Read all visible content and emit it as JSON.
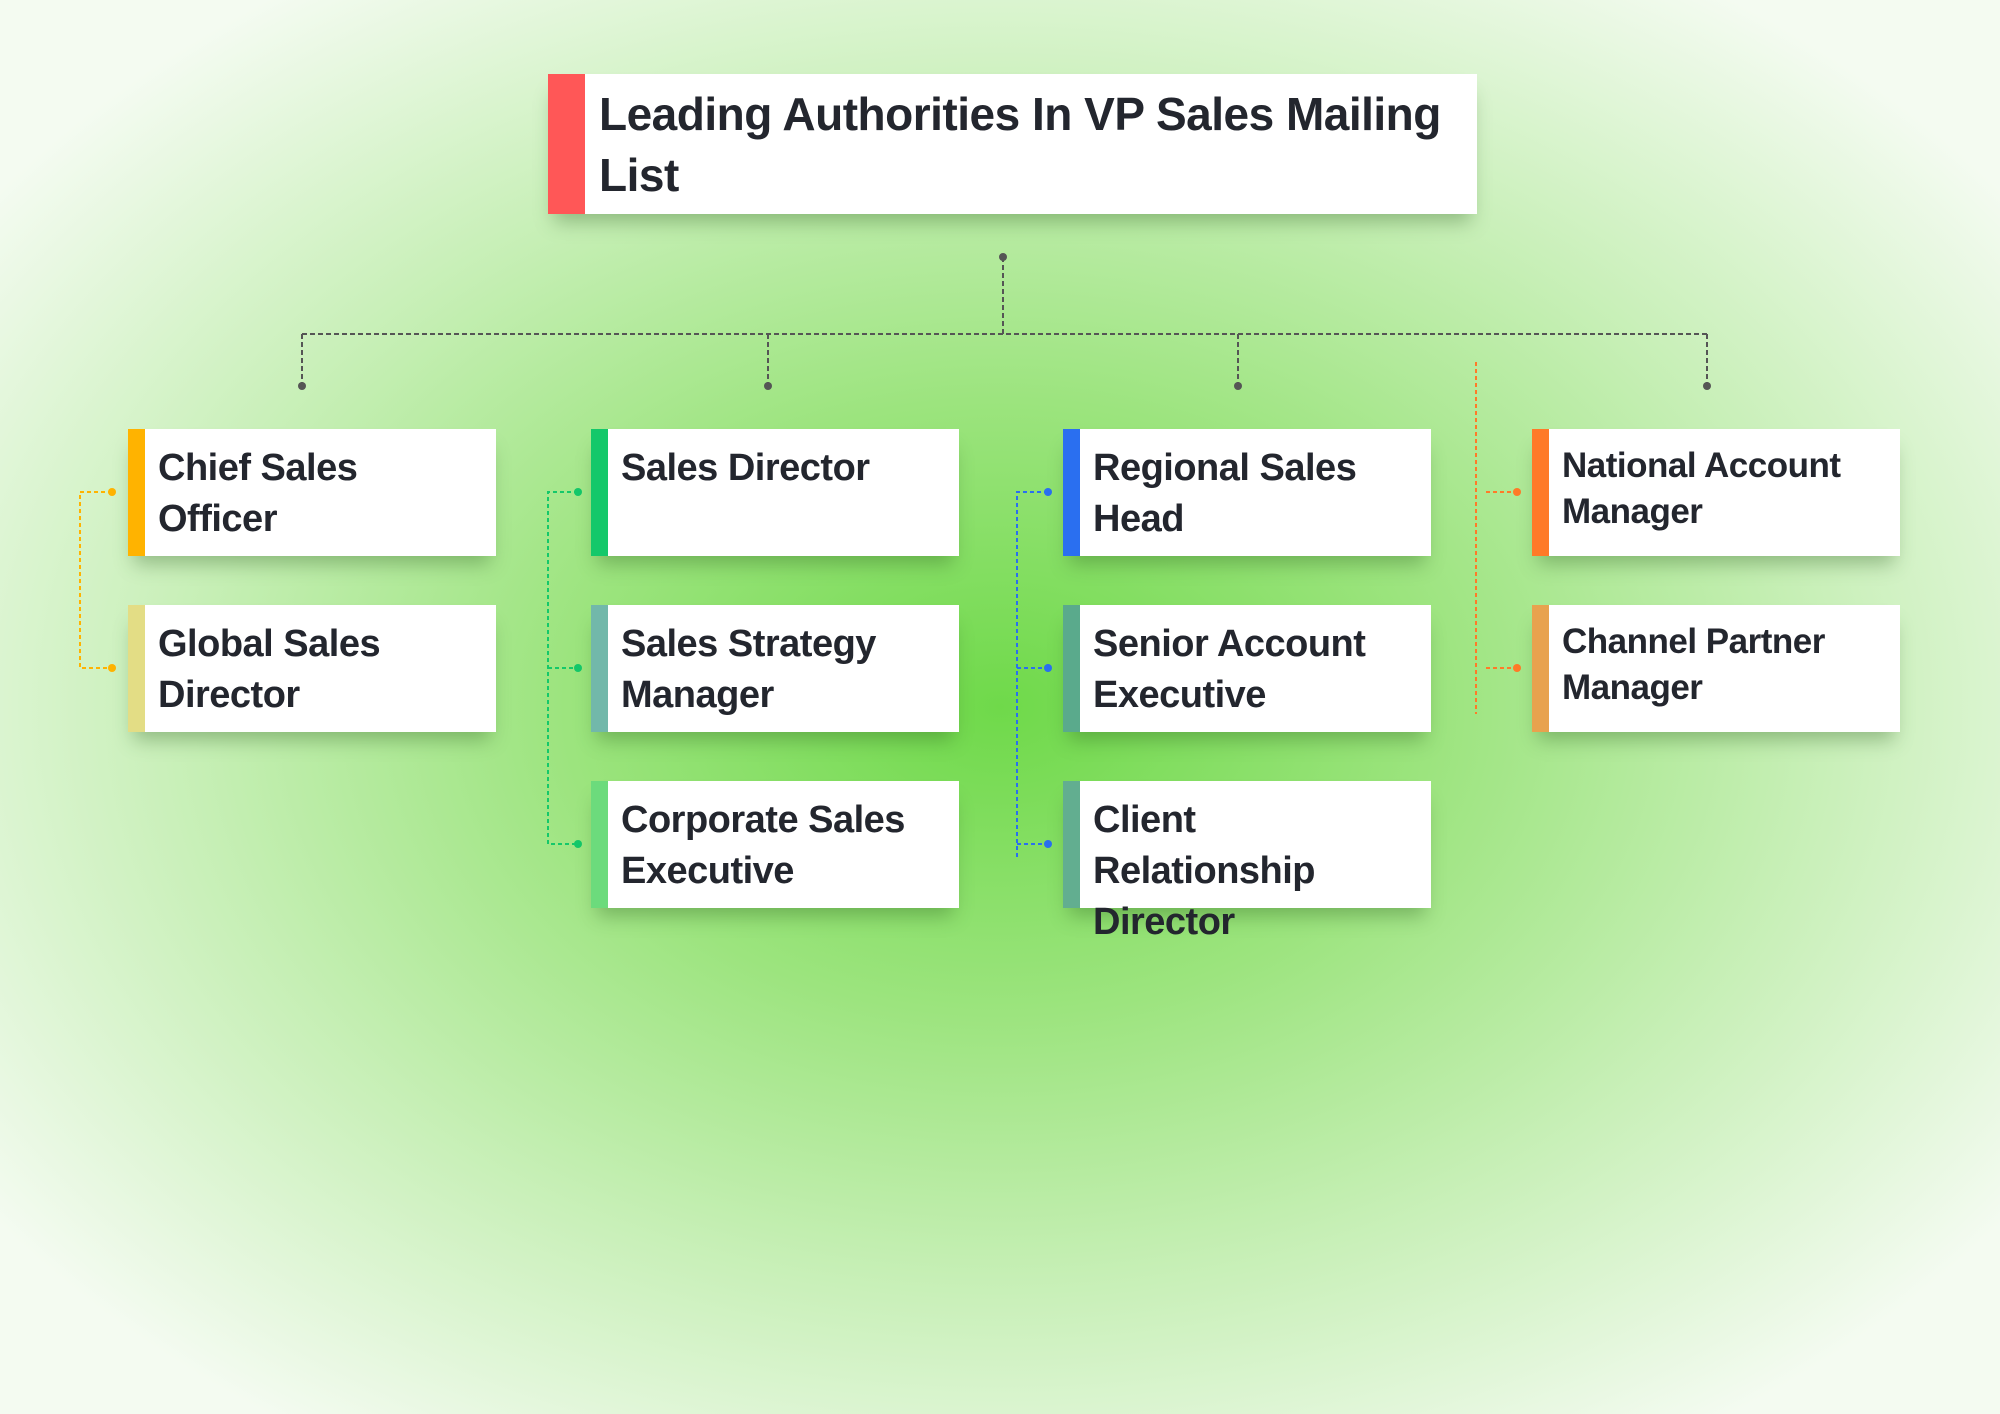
{
  "title": {
    "text": "Leading Authorities In VP Sales Mailing List",
    "color": "#FF5757"
  },
  "columns": [
    {
      "color": "#FFB300",
      "items": [
        {
          "label": "Chief Sales Officer",
          "color": "#FFB300"
        },
        {
          "label": "Global Sales Director",
          "color": "#E3DD85"
        }
      ]
    },
    {
      "color": "#14C86A",
      "items": [
        {
          "label": "Sales Director",
          "color": "#14C86A"
        },
        {
          "label": "Sales Strategy Manager",
          "color": "#72B8AA"
        },
        {
          "label": "Corporate Sales Executive",
          "color": "#6CDB7C"
        }
      ]
    },
    {
      "color": "#2A6FF0",
      "items": [
        {
          "label": "Regional Sales Head",
          "color": "#2A6FF0"
        },
        {
          "label": "Senior Account Executive",
          "color": "#5AAA8C"
        },
        {
          "label": "Client Relationship Director",
          "color": "#62AE90"
        }
      ]
    },
    {
      "color": "#FF7A28",
      "items": [
        {
          "label": "National Account Manager",
          "color": "#FF7A28"
        },
        {
          "label": "Channel Partner Manager",
          "color": "#E8A24E"
        }
      ]
    }
  ]
}
